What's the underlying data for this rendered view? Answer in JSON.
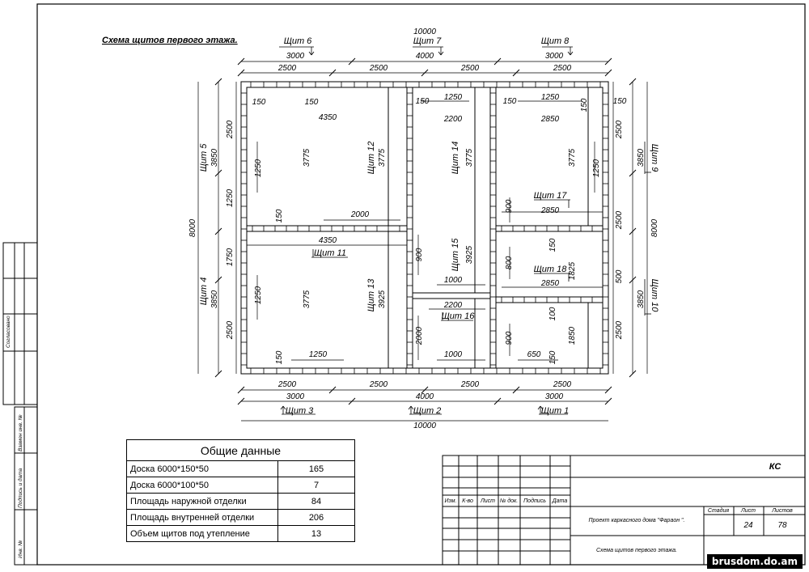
{
  "title": "Схема щитов первого этажа.",
  "shields": {
    "s1": "Щит 1",
    "s2": "Щит 2",
    "s3": "Щит 3",
    "s4": "Щит 4",
    "s5": "Щит 5",
    "s6": "Щит 6",
    "s7": "Щит 7",
    "s8": "Щит 8",
    "s9": "Щит 9",
    "s10": "Щит 10",
    "s11": "Щит 11",
    "s12": "Щит 12",
    "s13": "Щит 13",
    "s14": "Щит 14",
    "s15": "Щит 15",
    "s16": "Щит 16",
    "s17": "Щит 17",
    "s18": "Щит 18"
  },
  "dims": {
    "total_w": "10000",
    "total_h": "8000",
    "d3000": "3000",
    "d4000": "4000",
    "d2500": "2500",
    "d150": "150",
    "d1250": "1250",
    "d4350": "4350",
    "d2200": "2200",
    "d2850": "2850",
    "d3775": "3775",
    "d3850": "3850",
    "d2000": "2000",
    "d1750": "1750",
    "d900": "900",
    "d3925": "3925",
    "d1000": "1000",
    "d800": "800",
    "d1825": "1825",
    "d500": "500",
    "d100": "100",
    "d1850": "1850",
    "d650": "650"
  },
  "summary": {
    "header": "Общие данные",
    "rows": [
      {
        "name": "Доска 6000*150*50",
        "value": "165"
      },
      {
        "name": "Доска 6000*100*50",
        "value": "7"
      },
      {
        "name": "Площадь наружной отделки",
        "value": "84"
      },
      {
        "name": "Площадь внутренней отделки",
        "value": "206"
      },
      {
        "name": "Объем щитов под утепление",
        "value": "13"
      }
    ]
  },
  "stamp": {
    "code": "КС",
    "col_izm": "Изм.",
    "col_kvo": "К-во",
    "col_list": "Лист",
    "col_ndok": "№ док.",
    "col_podpis": "Подпись",
    "col_data": "Дата",
    "project": "Проект каркасного дома  \"Фараон \".",
    "sheet_title": "Схема щитов первого этажа.",
    "stadia_label": "Стадия",
    "list_label": "Лист",
    "listov_label": "Листов",
    "list_value": "24",
    "listov_value": "78"
  },
  "side": {
    "soglasovano": "Согласовано",
    "vzamen": "Взамен инв. №",
    "podpis_data": "Подпись и дата",
    "inv": "Инв. №"
  },
  "watermark": "brusdom.do.am"
}
